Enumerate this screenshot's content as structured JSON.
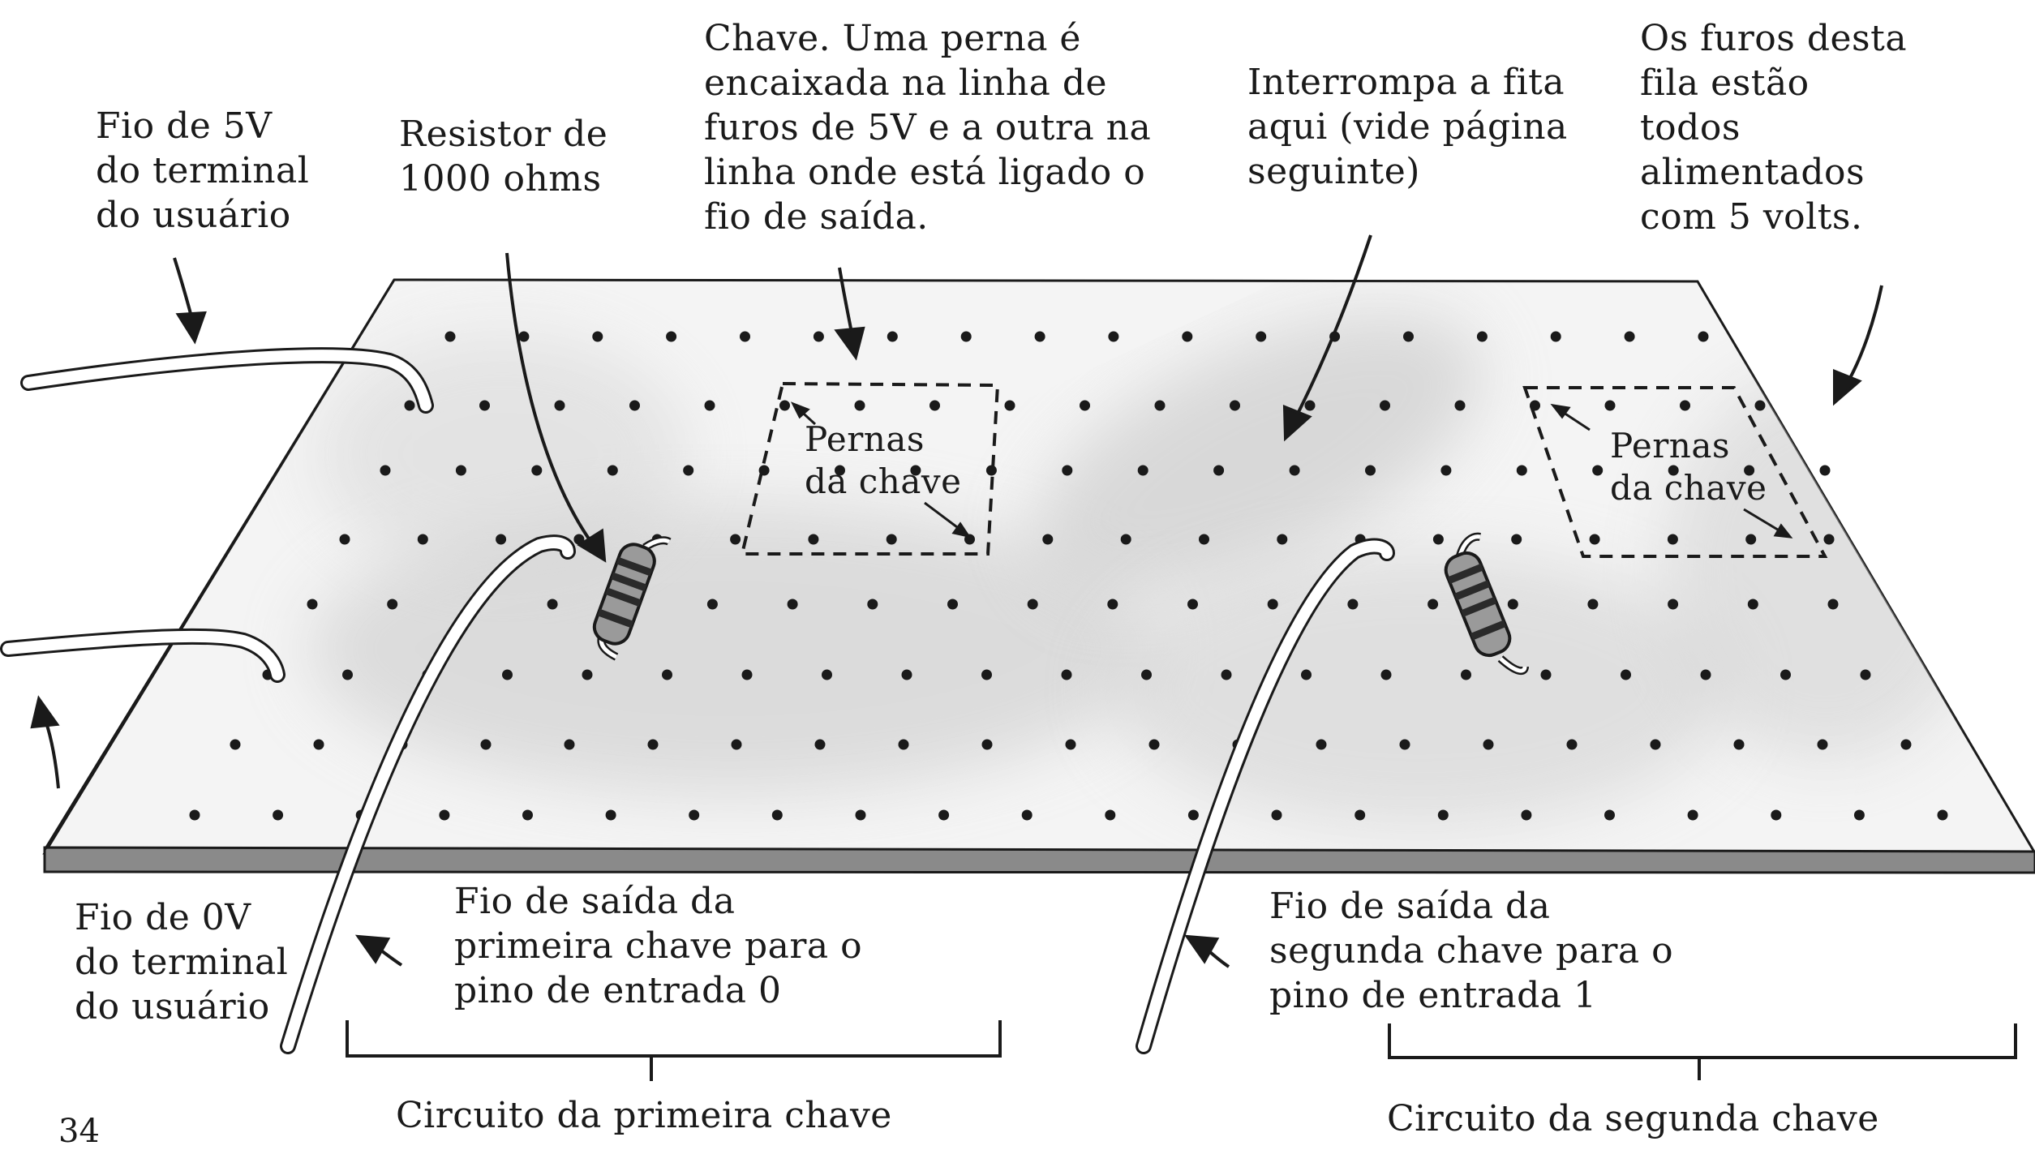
{
  "labels": {
    "wire_5v": [
      "Fio de 5V",
      "do terminal",
      "do usuário"
    ],
    "resistor": [
      "Resistor de",
      "1000 ohms"
    ],
    "switch": [
      "Chave. Uma perna é",
      "encaixada na linha de",
      "furos de 5V e a outra na",
      "linha onde está ligado o",
      "fio de saída."
    ],
    "tape": [
      "Interrompa a fita",
      "aqui (vide página",
      "seguinte)"
    ],
    "row_holes": [
      "Os furos desta",
      "fila estão",
      "todos",
      "alimentados",
      "com 5 volts."
    ],
    "legs_left": [
      "Pernas",
      "da chave"
    ],
    "legs_right": [
      "Pernas",
      "da chave"
    ],
    "wire_0v": [
      "Fio de 0V",
      "do terminal",
      "do usuário"
    ],
    "out_first": [
      "Fio de saída da",
      "primeira chave para o",
      "pino de entrada 0"
    ],
    "out_second": [
      "Fio de saída da",
      "segunda chave para o",
      "pino de entrada 1"
    ],
    "circuit_first": "Circuito da primeira chave",
    "circuit_second": "Circuito da segunda chave",
    "page_number": "34"
  },
  "colors": {
    "ink": "#1a1a1a",
    "board_edge": "#888888",
    "shade": "#bdbdbd"
  }
}
